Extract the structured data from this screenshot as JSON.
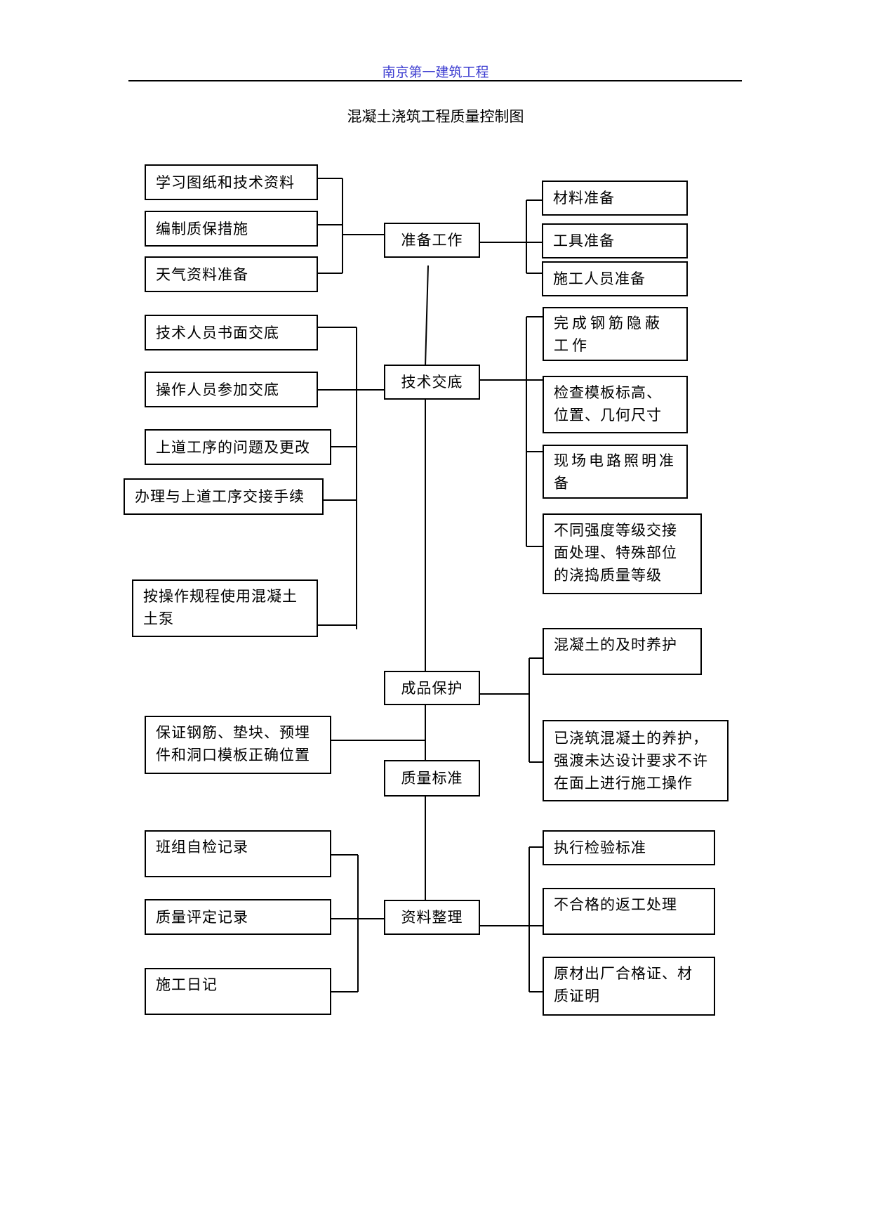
{
  "header": {
    "company": "南京第一建筑工程"
  },
  "title": "混凝土浇筑工程质量控制图",
  "stages": {
    "prepare": "准备工作",
    "tech": "技术交底",
    "protect": "成品保护",
    "quality": "质量标准",
    "records": "资料整理"
  },
  "prepare_left": [
    "学习图纸和技术资料",
    "编制质保措施",
    "天气资料准备"
  ],
  "prepare_right": [
    "材料准备",
    "工具准备",
    "施工人员准备"
  ],
  "tech_left": [
    "技术人员书面交底",
    "操作人员参加交底",
    "上道工序的问题及更改",
    "办理与上道工序交接手续",
    "按操作规程使用混凝土土泵"
  ],
  "tech_right": [
    "完成钢筋隐蔽工作",
    "检查模板标高、位置、几何尺寸",
    "现场电路照明准备",
    "不同强度等级交接面处理、特殊部位的浇捣质量等级"
  ],
  "protect_right": [
    "混凝土的及时养护",
    "已浇筑混凝土的养护，强渡未达设计要求不许在面上进行施工操作"
  ],
  "quality_left": [
    "保证钢筋、垫块、预埋件和洞口模板正确位置"
  ],
  "records_left": [
    "班组自检记录",
    "质量评定记录",
    "施工日记"
  ],
  "records_right": [
    "执行检验标准",
    "不合格的返工处理",
    "原材出厂合格证、材质证明"
  ]
}
